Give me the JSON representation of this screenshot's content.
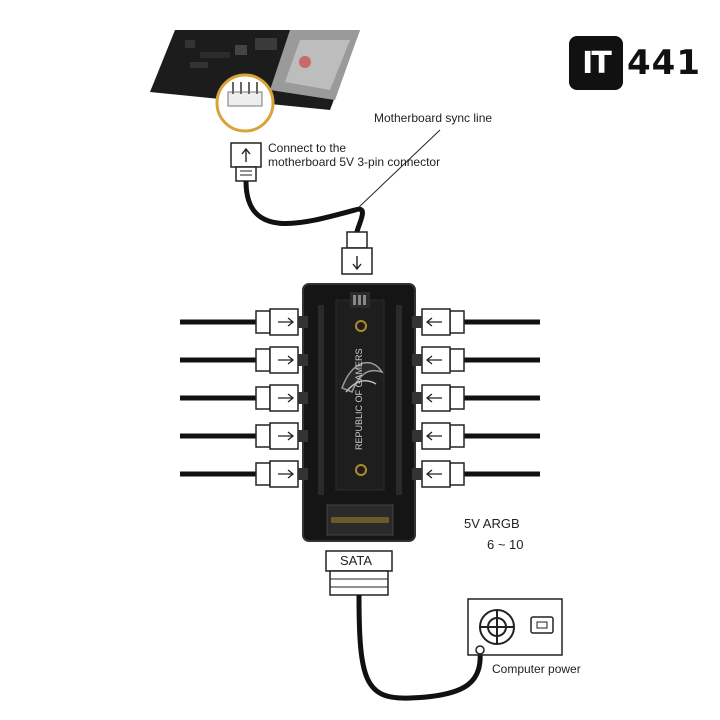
{
  "logo": {
    "box_text": "IT",
    "number": "441"
  },
  "labels": {
    "sync_line": "Motherboard sync line",
    "connect_line1": "Connect to the",
    "connect_line2": "motherboard 5V 3-pin connector",
    "argb": "5V ARGB",
    "range": "6 ~ 10",
    "sata": "SATA",
    "power": "Computer power"
  },
  "hub": {
    "brand_text": "REPUBLIC OF GAMERS",
    "ports_per_side": 5
  },
  "colors": {
    "board": "#1a1a1a",
    "cable": "#111111",
    "hub_body": "#151515",
    "accent": "#b08a2a"
  }
}
